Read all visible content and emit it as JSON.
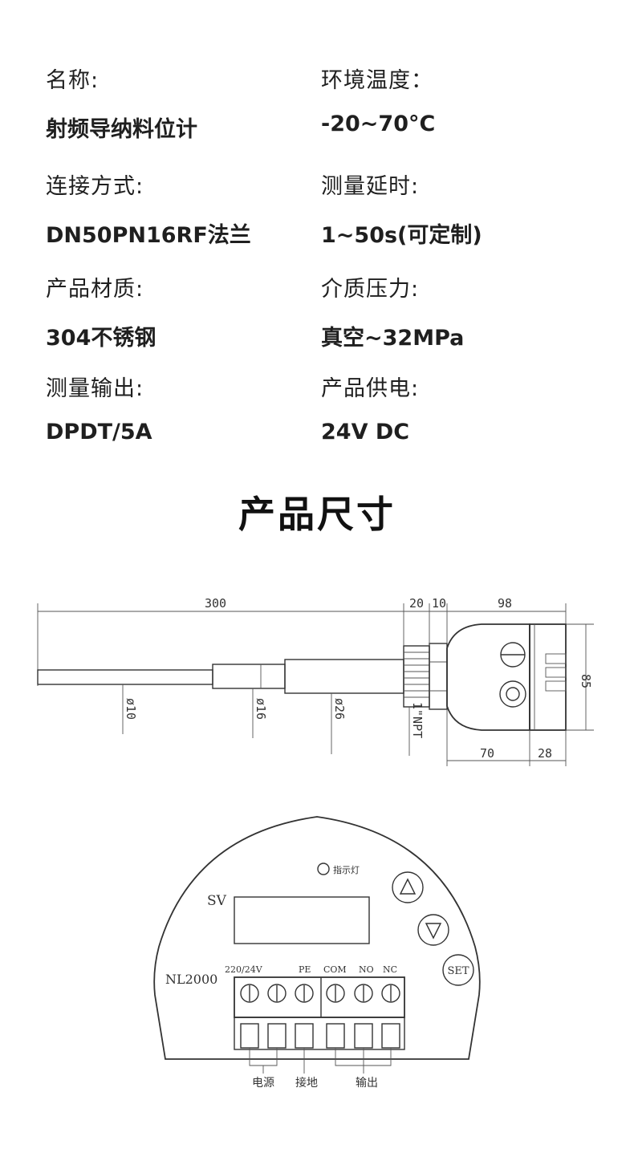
{
  "specs": [
    {
      "label": "名称:",
      "value": "射频导纳料位计"
    },
    {
      "label": "环境温度：",
      "value": "-20~70°C"
    },
    {
      "label": "连接方式:",
      "value": "DN50PN16RF法兰"
    },
    {
      "label": "测量延时:",
      "value": "1~50s(可定制)"
    },
    {
      "label": "产品材质:",
      "value": "304不锈钢"
    },
    {
      "label": "介质压力:",
      "value": "真空~32MPa"
    },
    {
      "label": "测量输出:",
      "value": "DPDT/5A"
    },
    {
      "label": "产品供电:",
      "value": "24V DC"
    }
  ],
  "section_title": "产品尺寸",
  "dimensions": {
    "d300": "300",
    "d20": "20",
    "d10": "10",
    "d98": "98",
    "d85": "85",
    "d70": "70",
    "d28": "28",
    "dia10": "ø10",
    "dia16": "ø16",
    "dia26": "ø26",
    "thread": "1\"NPT"
  },
  "panel": {
    "indicator_label": "指示灯",
    "sv_label": "SV",
    "model": "NL2000",
    "terminals": [
      "220/24V",
      "PE",
      "COM",
      "NO",
      "NC"
    ],
    "set_label": "SET",
    "bottom_labels": [
      "电源",
      "接地",
      "输出"
    ]
  }
}
